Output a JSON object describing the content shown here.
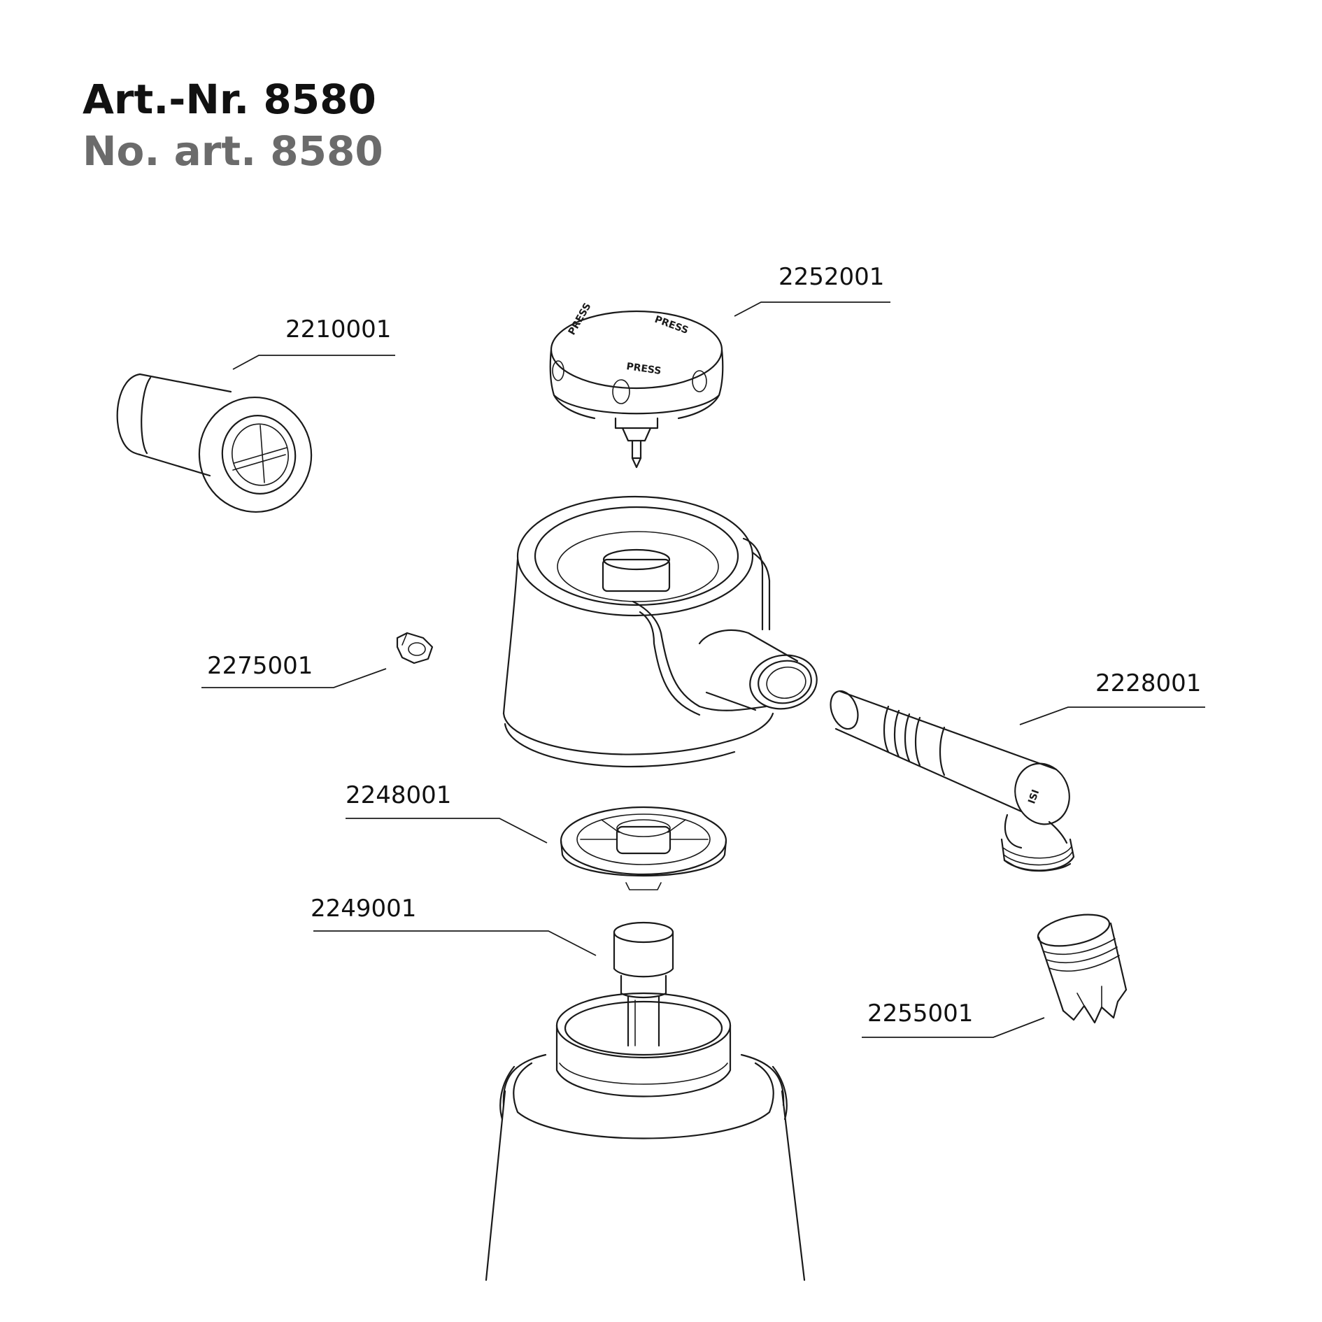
{
  "header": {
    "title_de": "Art.-Nr. 8580",
    "title_fr": "No. art. 8580"
  },
  "parts": {
    "p2210001": "2210001",
    "p2252001": "2252001",
    "p2275001": "2275001",
    "p2228001": "2228001",
    "p2248001": "2248001",
    "p2249001": "2249001",
    "p2255001": "2255001"
  },
  "colors": {
    "title_primary": "#111111",
    "title_secondary": "#6b6b6b",
    "line": "#1a1a1a"
  }
}
